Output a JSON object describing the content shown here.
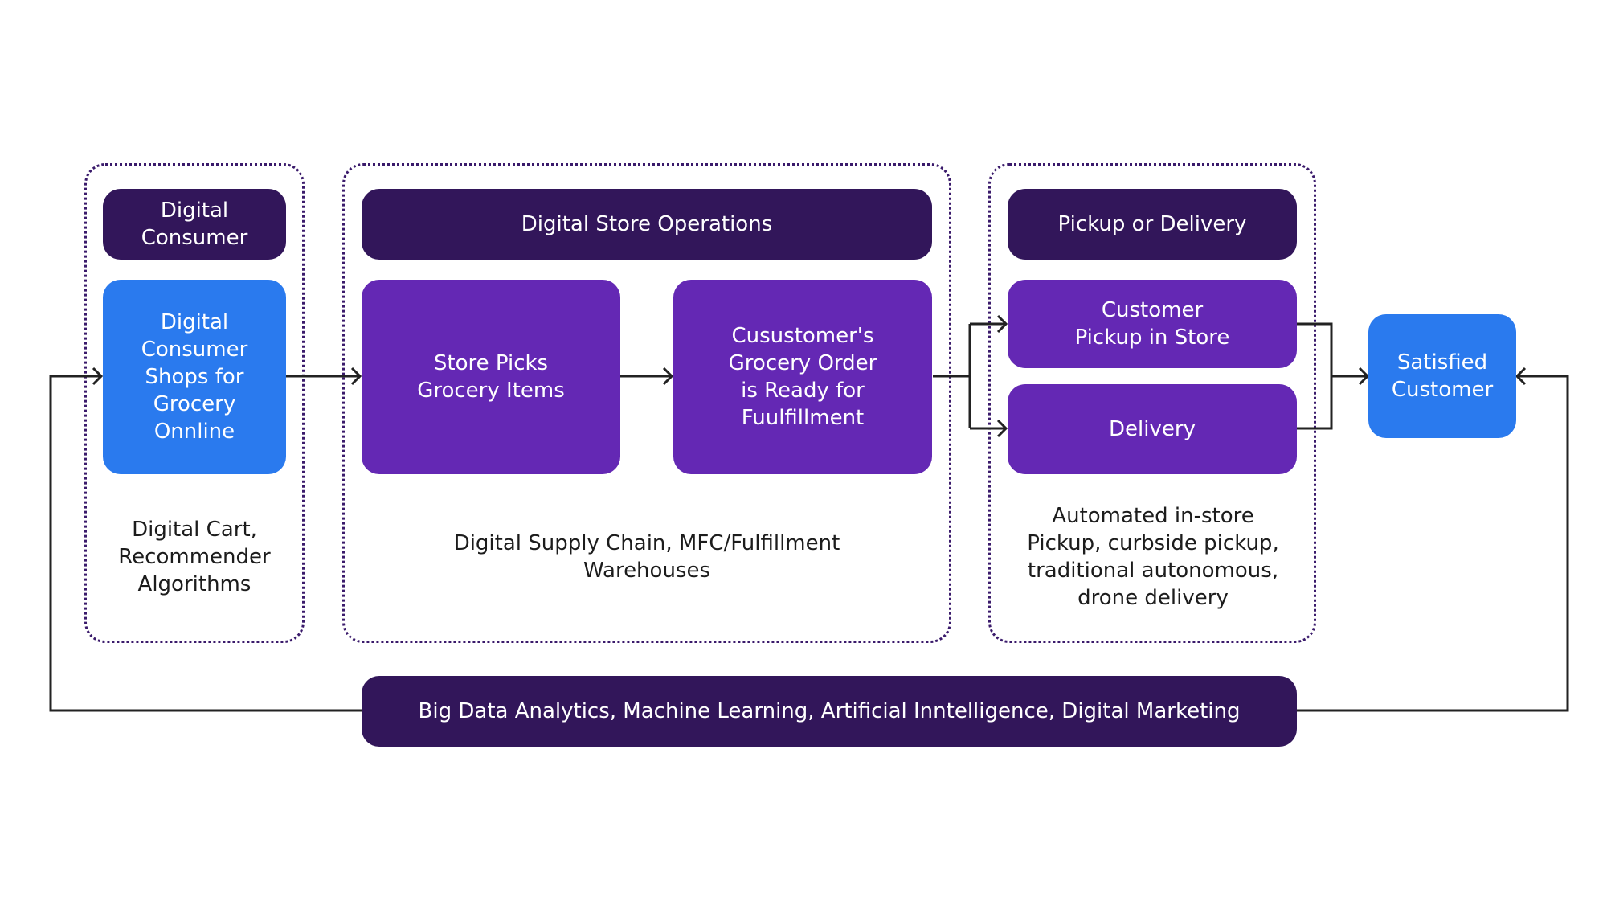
{
  "colors": {
    "header": "#32165a",
    "step": "#6428b4",
    "endpoint": "#2a7aee",
    "group_border": "#3a1a6b",
    "connector": "#222222"
  },
  "groups": {
    "consumer": {
      "header": "Digital\nConsumer",
      "step": "Digital\nConsumer\nShops for\nGrocery\nOnnline",
      "caption": "Digital Cart,\nRecommender\nAlgorithms"
    },
    "store_ops": {
      "header": "Digital Store Operations",
      "step_pick": "Store Picks\nGrocery Items",
      "step_ready": "Cusustomer's\nGrocery Order\nis Ready for\nFuulfillment",
      "caption": "Digital Supply Chain, MFC/Fulfillment\nWarehouses"
    },
    "fulfillment": {
      "header": "Pickup or Delivery",
      "step_pickup": "Customer\nPickup in Store",
      "step_delivery": "Delivery",
      "caption": "Automated in-store\nPickup, curbside pickup,\ntraditional autonomous,\ndrone delivery"
    }
  },
  "outcome": "Satisfied\nCustomer",
  "analytics_bar": "Big Data Analytics, Machine Learning, Artificial Inntelligence, Digital Marketing"
}
